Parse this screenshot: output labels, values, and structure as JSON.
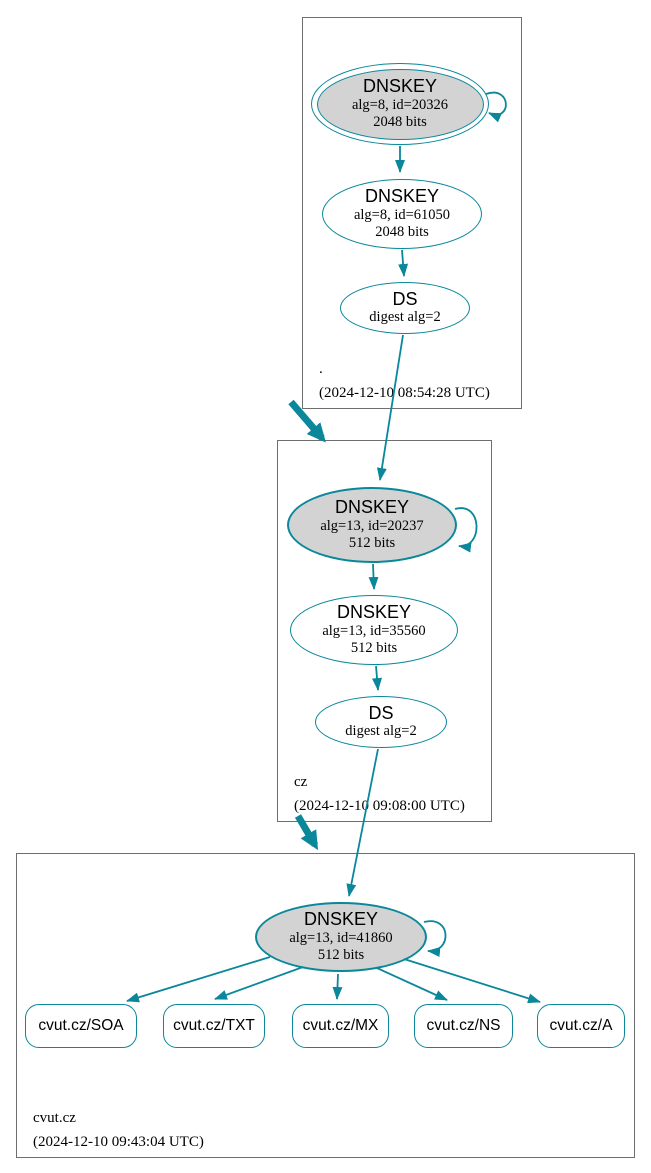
{
  "colors": {
    "edge_teal": "#0a879a",
    "ksk_fill_gray": "#d3d3d3",
    "zone_box_border": "#6e6e6e",
    "node_fill_white": "#ffffff"
  },
  "zones": [
    {
      "name": ".",
      "timestamp": "(2024-12-10 08:54:28 UTC)",
      "nodes": {
        "ksk": {
          "title": "DNSKEY",
          "attrs": "alg=8, id=20326",
          "bits": "2048 bits"
        },
        "zsk": {
          "title": "DNSKEY",
          "attrs": "alg=8, id=61050",
          "bits": "2048 bits"
        },
        "ds": {
          "title": "DS",
          "attrs": "digest alg=2"
        }
      }
    },
    {
      "name": "cz",
      "timestamp": "(2024-12-10 09:08:00 UTC)",
      "nodes": {
        "ksk": {
          "title": "DNSKEY",
          "attrs": "alg=13, id=20237",
          "bits": "512 bits"
        },
        "zsk": {
          "title": "DNSKEY",
          "attrs": "alg=13, id=35560",
          "bits": "512 bits"
        },
        "ds": {
          "title": "DS",
          "attrs": "digest alg=2"
        }
      }
    },
    {
      "name": "cvut.cz",
      "timestamp": "(2024-12-10 09:43:04 UTC)",
      "nodes": {
        "ksk": {
          "title": "DNSKEY",
          "attrs": "alg=13, id=41860",
          "bits": "512 bits"
        }
      },
      "rrsets": [
        "cvut.cz/SOA",
        "cvut.cz/TXT",
        "cvut.cz/MX",
        "cvut.cz/NS",
        "cvut.cz/A"
      ]
    }
  ]
}
